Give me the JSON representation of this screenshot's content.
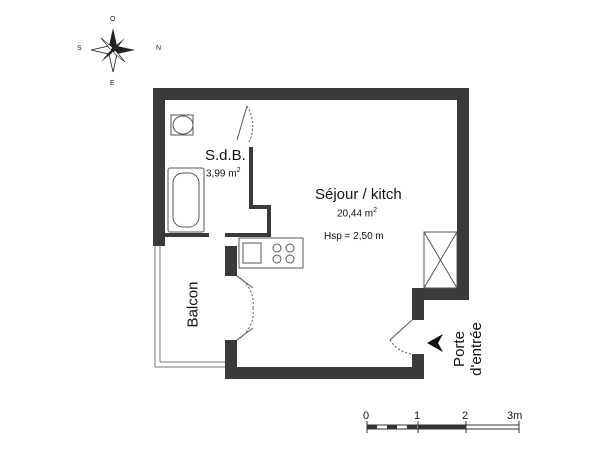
{
  "compass": {
    "north": "N",
    "south": "S",
    "east": "E",
    "west": "O",
    "icon": "compass-rose-icon"
  },
  "rooms": {
    "sdb": {
      "name": "S.d.B.",
      "area_value": "3,99 m",
      "area_unit_sup": "2"
    },
    "sejour": {
      "name": "Séjour / kitch",
      "area_value": "20,44 m",
      "area_unit_sup": "2",
      "hsp": "Hsp = 2,50 m"
    },
    "balcon": {
      "name": "Balcon"
    }
  },
  "entrance": {
    "line1": "Porte",
    "line2": "d'entrée",
    "icon": "entrance-arrow-icon"
  },
  "scale": {
    "ticks": [
      "0",
      "1",
      "2",
      "3m"
    ]
  },
  "colors": {
    "wall": "#3a3a3a",
    "line": "#555555",
    "background": "#ffffff"
  }
}
